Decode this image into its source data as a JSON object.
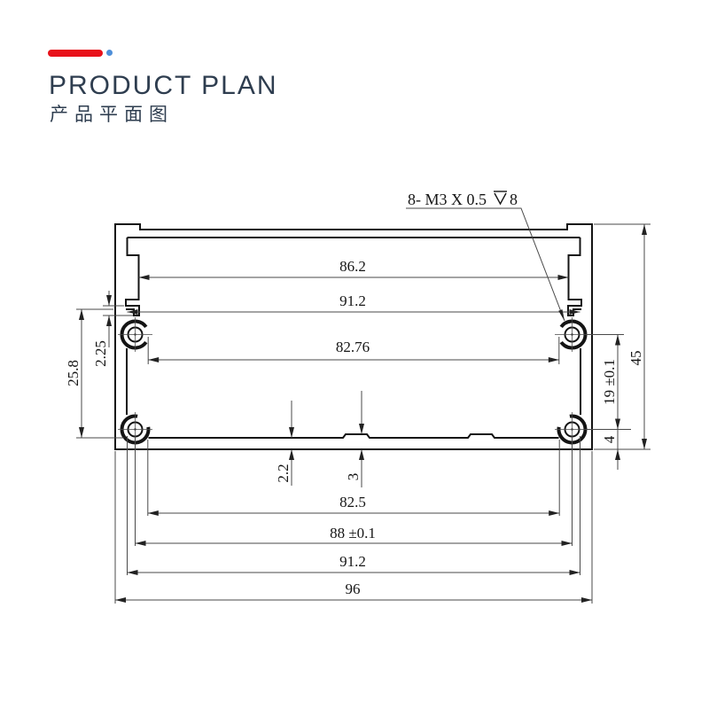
{
  "header": {
    "title": "PRODUCT PLAN",
    "subtitle": "产品平面图"
  },
  "colors": {
    "accent_red": "#e8111a",
    "accent_blue": "#4e8fd9",
    "heading_text": "#2e3d4f",
    "profile_line": "#141414",
    "dimension_line": "#4a4a4a"
  },
  "drawing": {
    "note": {
      "prefix": "8- M3 X 0.5",
      "depth_value": "8"
    },
    "dimensions": {
      "inner_width_top": "86.2",
      "slot_width_top": "91.2",
      "boss_clearance_width": "82.76",
      "left_overall": "25.8",
      "left_lip_gap": "2.25",
      "boss_spacing_vertical": "19 ±0.1",
      "overall_height": "45",
      "boss_bottom_offset": "4",
      "floor_thickness": "2.2",
      "rib_height": "3",
      "floor_clearance_width": "82.5",
      "boss_spacing_horizontal": "88 ±0.1",
      "slot_width_bottom": "91.2",
      "overall_width": "96"
    }
  }
}
